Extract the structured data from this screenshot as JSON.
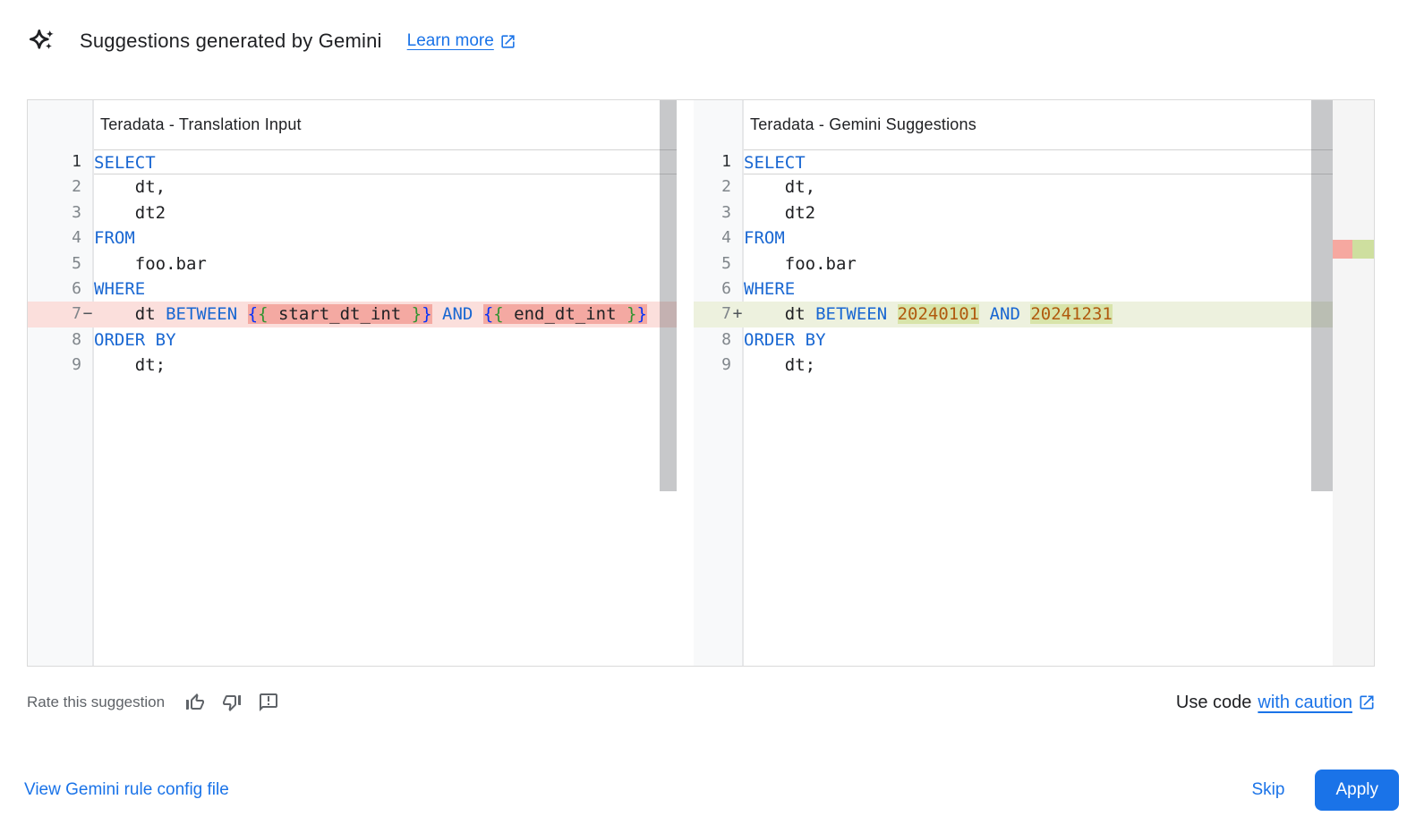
{
  "header": {
    "icon": "gemini-sparkle-icon",
    "title": "Suggestions generated by Gemini",
    "learn_more_label": "Learn more"
  },
  "panes": {
    "left": {
      "title": "Teradata - Translation Input",
      "lines": [
        {
          "num": "1",
          "state": "current",
          "tokens": [
            {
              "t": "SELECT",
              "c": "kw"
            }
          ]
        },
        {
          "num": "2",
          "tokens": [
            {
              "t": "    dt,"
            }
          ]
        },
        {
          "num": "3",
          "tokens": [
            {
              "t": "    dt2"
            }
          ]
        },
        {
          "num": "4",
          "tokens": [
            {
              "t": "FROM",
              "c": "kw"
            }
          ]
        },
        {
          "num": "5",
          "tokens": [
            {
              "t": "    foo.bar"
            }
          ]
        },
        {
          "num": "6",
          "tokens": [
            {
              "t": "WHERE",
              "c": "kw"
            }
          ]
        },
        {
          "num": "7",
          "sign": "−",
          "state": "removed",
          "tokens": [
            {
              "t": "    dt "
            },
            {
              "t": "BETWEEN",
              "c": "kw"
            },
            {
              "t": " "
            },
            {
              "t": "{",
              "c": "b1",
              "h": true
            },
            {
              "t": "{",
              "c": "b2",
              "h": true
            },
            {
              "t": " start_dt_int ",
              "h": true
            },
            {
              "t": "}",
              "c": "b2",
              "h": true
            },
            {
              "t": "}",
              "c": "b1",
              "h": true
            },
            {
              "t": " "
            },
            {
              "t": "AND",
              "c": "kw"
            },
            {
              "t": " "
            },
            {
              "t": "{",
              "c": "b1",
              "h": true
            },
            {
              "t": "{",
              "c": "b2",
              "h": true
            },
            {
              "t": " end_dt_int ",
              "h": true
            },
            {
              "t": "}",
              "c": "b2",
              "h": true
            },
            {
              "t": "}",
              "c": "b1",
              "h": true
            }
          ]
        },
        {
          "num": "8",
          "tokens": [
            {
              "t": "ORDER",
              "c": "kw"
            },
            {
              "t": " "
            },
            {
              "t": "BY",
              "c": "kw"
            }
          ]
        },
        {
          "num": "9",
          "tokens": [
            {
              "t": "    dt;"
            }
          ]
        }
      ]
    },
    "right": {
      "title": "Teradata - Gemini Suggestions",
      "lines": [
        {
          "num": "1",
          "state": "current",
          "tokens": [
            {
              "t": "SELECT",
              "c": "kw"
            }
          ]
        },
        {
          "num": "2",
          "tokens": [
            {
              "t": "    dt,"
            }
          ]
        },
        {
          "num": "3",
          "tokens": [
            {
              "t": "    dt2"
            }
          ]
        },
        {
          "num": "4",
          "tokens": [
            {
              "t": "FROM",
              "c": "kw"
            }
          ]
        },
        {
          "num": "5",
          "tokens": [
            {
              "t": "    foo.bar"
            }
          ]
        },
        {
          "num": "6",
          "tokens": [
            {
              "t": "WHERE",
              "c": "kw"
            }
          ]
        },
        {
          "num": "7",
          "sign": "+",
          "state": "added",
          "tokens": [
            {
              "t": "    dt "
            },
            {
              "t": "BETWEEN",
              "c": "kw"
            },
            {
              "t": " "
            },
            {
              "t": "20240101",
              "c": "num",
              "h": true
            },
            {
              "t": " "
            },
            {
              "t": "AND",
              "c": "kw"
            },
            {
              "t": " "
            },
            {
              "t": "20241231",
              "c": "num",
              "h": true
            }
          ]
        },
        {
          "num": "8",
          "tokens": [
            {
              "t": "ORDER",
              "c": "kw"
            },
            {
              "t": " "
            },
            {
              "t": "BY",
              "c": "kw"
            }
          ]
        },
        {
          "num": "9",
          "tokens": [
            {
              "t": "    dt;"
            }
          ]
        }
      ]
    }
  },
  "rating": {
    "label": "Rate this suggestion",
    "icons": [
      "thumb-up-icon",
      "thumb-down-icon",
      "feedback-icon"
    ]
  },
  "caution": {
    "prefix": "Use code",
    "link_label": "with caution"
  },
  "actions": {
    "view_config": "View Gemini rule config file",
    "skip": "Skip",
    "apply": "Apply"
  },
  "colors": {
    "accent_blue": "#1a73e8",
    "keyword_blue": "#1967d2",
    "number_orange": "#b05a0e",
    "brace_outer_blue": "#0431fa",
    "brace_inner_green": "#319331",
    "removed_line_bg": "#fbdfdc",
    "removed_word_bg": "#f4a9a2",
    "added_line_bg": "#edf1de",
    "added_word_bg": "#d8e4aa",
    "ruler_removed": "#f6a8a0",
    "ruler_added": "#cedf9f",
    "text_primary": "#202124",
    "text_secondary": "#5f6368",
    "gutter_text": "#80868b"
  }
}
